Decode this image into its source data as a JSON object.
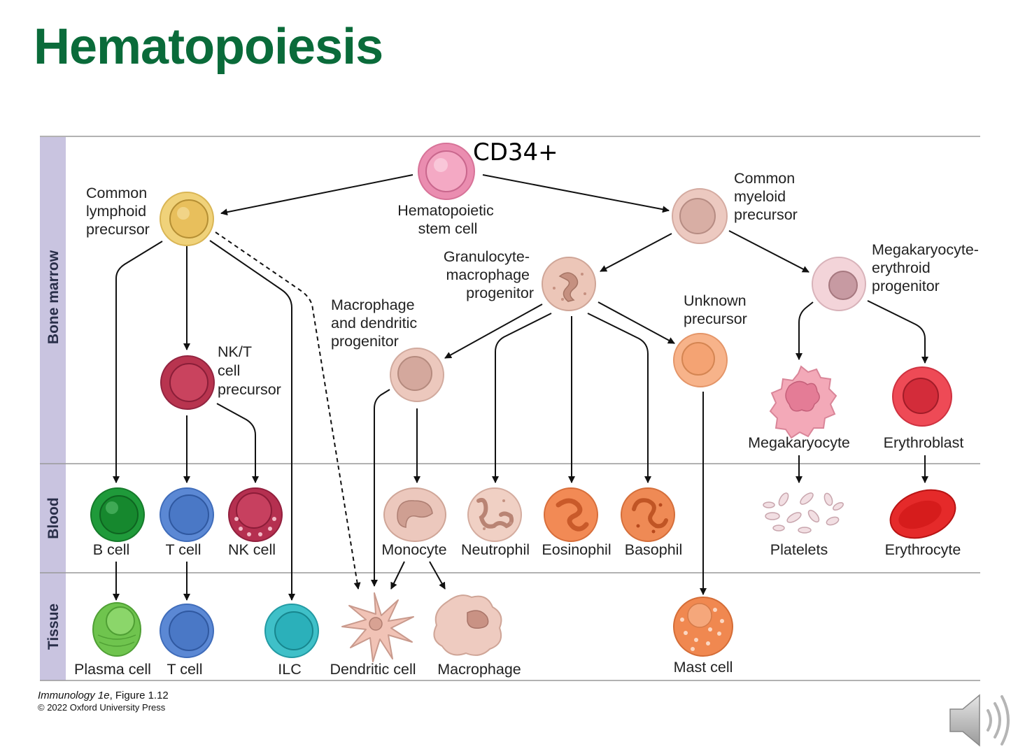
{
  "title": "Hematopoiesis",
  "marker": "CD34+",
  "zones": {
    "bone_marrow": "Bone marrow",
    "blood": "Blood",
    "tissue": "Tissue"
  },
  "cells": {
    "hsc": [
      "Hematopoietic",
      "stem cell"
    ],
    "clp": [
      "Common",
      "lymphoid",
      "precursor"
    ],
    "cmp": [
      "Common",
      "myeloid",
      "precursor"
    ],
    "gmp": [
      "Granulocyte-",
      "macrophage",
      "progenitor"
    ],
    "mep": [
      "Megakaryocyte-",
      "erythroid",
      "progenitor"
    ],
    "mdp": [
      "Macrophage",
      "and dendritic",
      "progenitor"
    ],
    "unknown": [
      "Unknown",
      "precursor"
    ],
    "nkt": [
      "NK/T",
      "cell",
      "precursor"
    ],
    "megakaryocyte": "Megakaryocyte",
    "erythroblast": "Erythroblast",
    "b_cell": "B cell",
    "t_cell_blood": "T cell",
    "nk_cell": "NK cell",
    "monocyte": "Monocyte",
    "neutrophil": "Neutrophil",
    "eosinophil": "Eosinophil",
    "basophil": "Basophil",
    "platelets": "Platelets",
    "erythrocyte": "Erythrocyte",
    "plasma_cell": "Plasma cell",
    "t_cell_tissue": "T cell",
    "ilc": "ILC",
    "dendritic_cell": "Dendritic cell",
    "macrophage": "Macrophage",
    "mast_cell": "Mast cell"
  },
  "caption": {
    "book": "Immunology 1e",
    "figure": ", Figure 1.12",
    "copyright": "© 2022 Oxford University Press"
  },
  "icons": {
    "audio": "speaker-icon"
  }
}
